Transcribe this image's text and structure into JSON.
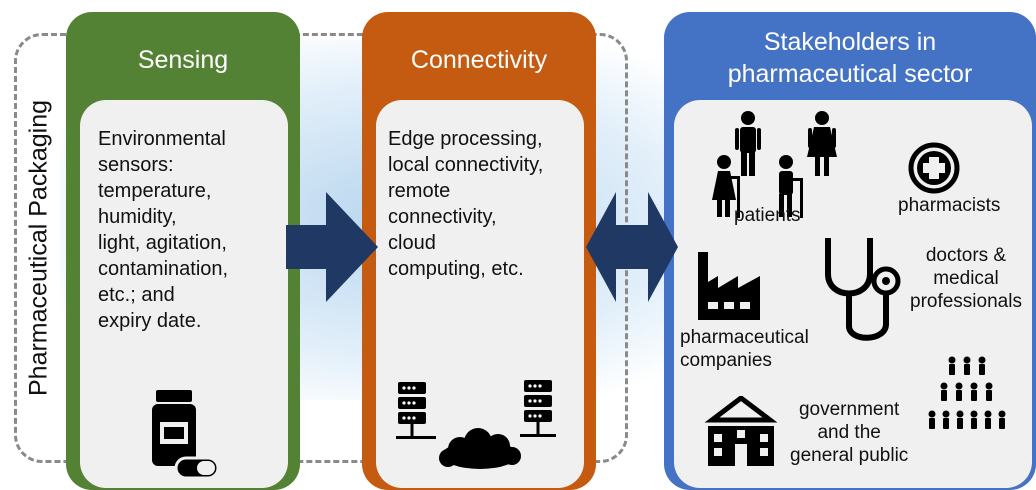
{
  "packaging_label": "Pharmaceutical Packaging",
  "colors": {
    "sensing": "#548235",
    "connectivity": "#c55a11",
    "stakeholders": "#4472c4",
    "arrow": "#1f3864",
    "inner_box": "#f0f0f0"
  },
  "sensing": {
    "title": "Sensing",
    "lines": [
      "Environmental",
      "sensors:",
      "temperature,",
      "humidity,",
      "light, agitation,",
      "contamination,",
      "etc.; and",
      "expiry date."
    ],
    "icon": "medicine-bottle-icon"
  },
  "connectivity": {
    "title": "Connectivity",
    "lines": [
      "Edge processing,",
      "local connectivity,",
      "remote",
      "connectivity,",
      "cloud",
      "computing, etc."
    ],
    "icons": [
      "server-icon",
      "cloud-icon",
      "server-icon"
    ]
  },
  "stakeholders": {
    "title_line1": "Stakeholders in",
    "title_line2": "pharmaceutical sector",
    "patients": "patients",
    "pharmacists": "pharmacists",
    "doctors": [
      "doctors &",
      "medical",
      "professionals"
    ],
    "companies": [
      "pharmaceutical",
      "companies"
    ],
    "government": [
      "government",
      "and the",
      "general public"
    ]
  }
}
